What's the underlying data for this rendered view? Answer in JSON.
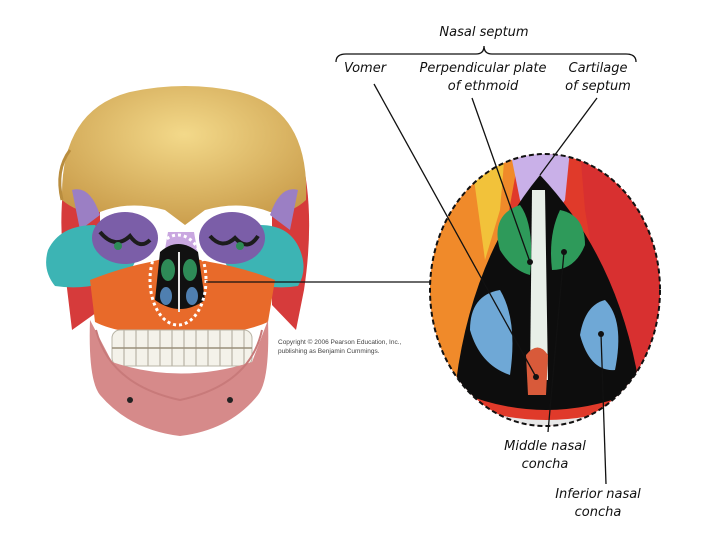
{
  "labels": {
    "nasal_septum": "Nasal septum",
    "vomer": "Vomer",
    "perpendicular_plate": [
      "Perpendicular plate",
      "of ethmoid"
    ],
    "cartilage": [
      "Cartilage",
      "of septum"
    ],
    "middle_concha": [
      "Middle nasal",
      "concha"
    ],
    "inferior_concha": [
      "Inferior nasal",
      "concha"
    ]
  },
  "copyright": [
    "Copyright © 2006 Pearson Education, Inc.,",
    "publishing as Benjamin Cummings."
  ],
  "colors": {
    "frontal_bone": "#e8c868",
    "maxilla": "#e86a2a",
    "zygomatic": "#3cb4b4",
    "mandible": "#d68a8a",
    "ethmoid": "#9b7fc4",
    "nasal_bone": "#2e8b57",
    "red_bone": "#d83a3a",
    "teeth": "#f4f2ea"
  }
}
